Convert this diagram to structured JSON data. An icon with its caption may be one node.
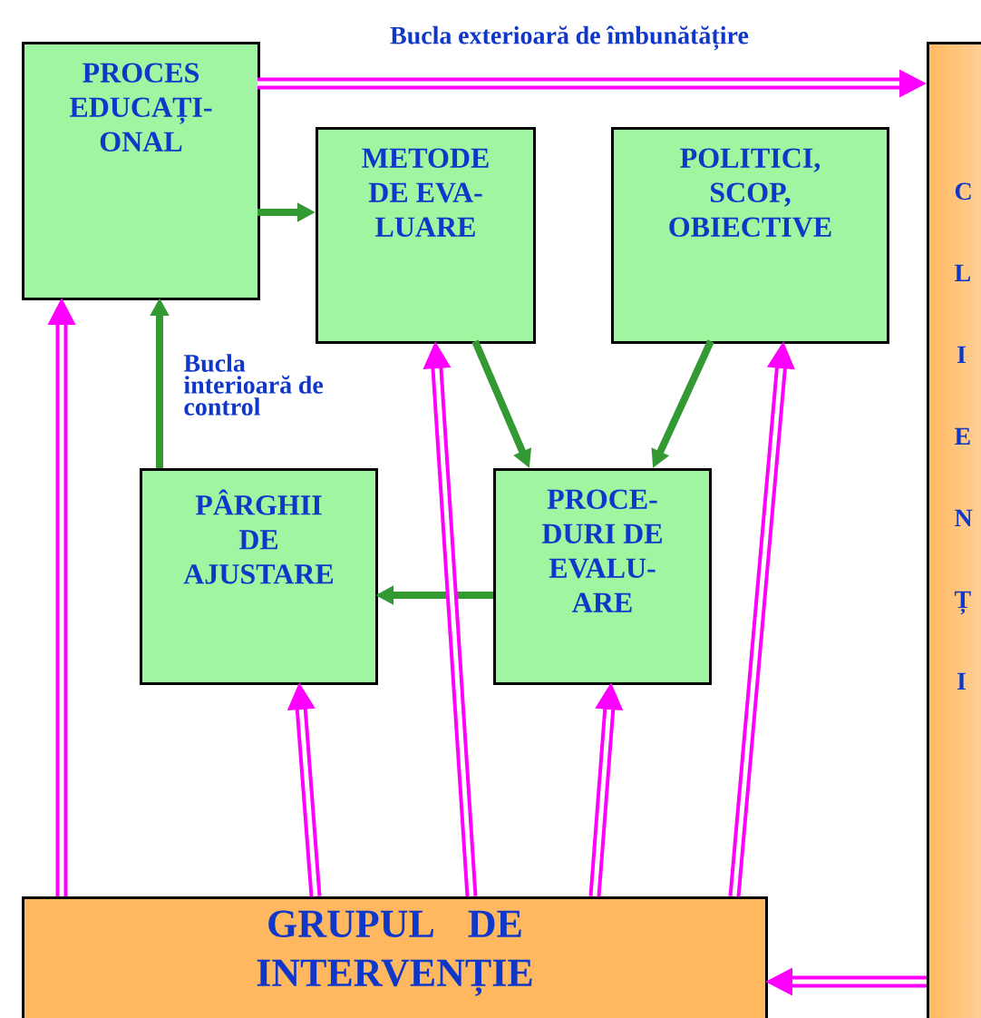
{
  "diagram": {
    "nodes": [
      {
        "text": [
          "PROCES EDUCAȚI- ONAL"
        ]
      },
      {
        "text": [
          "METODE DE EVA- LUARE"
        ]
      },
      {
        "text": [
          "POLITICI, SCOP, OBIECTIVE"
        ]
      },
      {
        "text": [
          "PÂRGHII DE AJUSTARE"
        ]
      },
      {
        "text": [
          "PROCE- DURI DE EVALU- ARE"
        ]
      },
      {
        "text": [
          "GRUPUL DE INTERVENȚIE"
        ]
      },
      {
        "text": [
          "C L I E N Ț I"
        ]
      }
    ],
    "edges": [
      {
        "from": 0,
        "to": 6,
        "arrow": "to",
        "label": "Bucla  exterioară de îmbunătățire"
      },
      {
        "from": 0,
        "to": 1,
        "arrow": "to",
        "color": "#339933"
      },
      {
        "from": 1,
        "to": 4,
        "arrow": "to",
        "color": "#339933"
      },
      {
        "from": 2,
        "to": 4,
        "arrow": "to",
        "color": "#339933"
      },
      {
        "from": 4,
        "to": 3,
        "arrow": "to",
        "color": "#339933"
      },
      {
        "from": 3,
        "to": 0,
        "arrow": "to",
        "color": "#339933",
        "label": "Bucla interioară de control"
      },
      {
        "from": 5,
        "to": 0,
        "arrow": "to"
      },
      {
        "from": 5,
        "to": 1,
        "arrow": "to"
      },
      {
        "from": 5,
        "to": 2,
        "arrow": "to"
      },
      {
        "from": 5,
        "to": 3,
        "arrow": "to"
      },
      {
        "from": 5,
        "to": 4,
        "arrow": "to"
      },
      {
        "from": 6,
        "to": 5,
        "arrow": "to"
      }
    ]
  }
}
